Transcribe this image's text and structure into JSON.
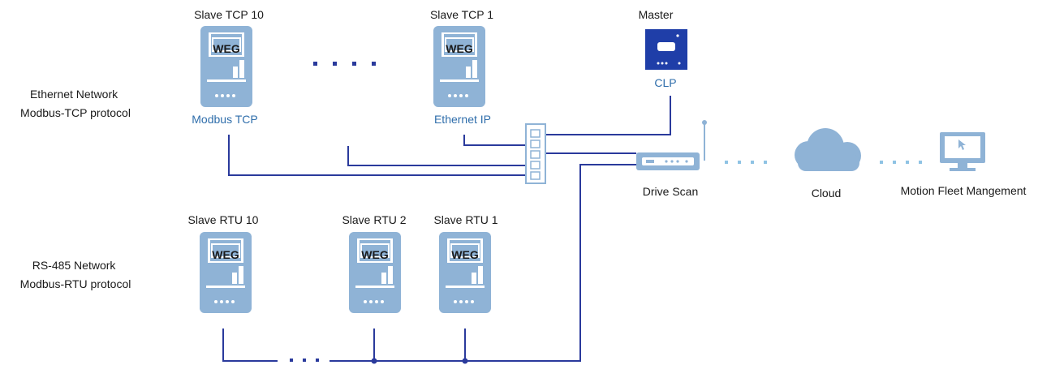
{
  "labels": {
    "ethernet_network": [
      "Ethernet Network",
      "Modbus-TCP protocol"
    ],
    "rs485_network": [
      "RS-485 Network",
      "Modbus-RTU protocol"
    ]
  },
  "devices": {
    "slave_tcp_10": {
      "title": "Slave TCP 10",
      "caption": "Modbus TCP",
      "logo": "WEG"
    },
    "slave_tcp_1": {
      "title": "Slave TCP 1",
      "caption": "Ethernet IP",
      "logo": "WEG"
    },
    "master": {
      "title": "Master",
      "caption": "CLP"
    },
    "slave_rtu_10": {
      "title": "Slave RTU 10",
      "logo": "WEG"
    },
    "slave_rtu_2": {
      "title": "Slave RTU 2",
      "logo": "WEG"
    },
    "slave_rtu_1": {
      "title": "Slave RTU 1",
      "logo": "WEG"
    },
    "drive_scan": {
      "title": "Drive Scan"
    },
    "cloud": {
      "title": "Cloud"
    },
    "motion_fleet": {
      "title": "Motion Fleet Mangement"
    }
  },
  "colors": {
    "device": "#8fb3d6",
    "wire": "#2a3a9c",
    "caption": "#2f6eab",
    "master_device": "#1f3ea8",
    "link_dots": "#8fc3e4"
  },
  "icons": [
    "drive-icon",
    "plc-icon",
    "network-switch-icon",
    "router-icon",
    "cloud-icon",
    "monitor-icon"
  ]
}
